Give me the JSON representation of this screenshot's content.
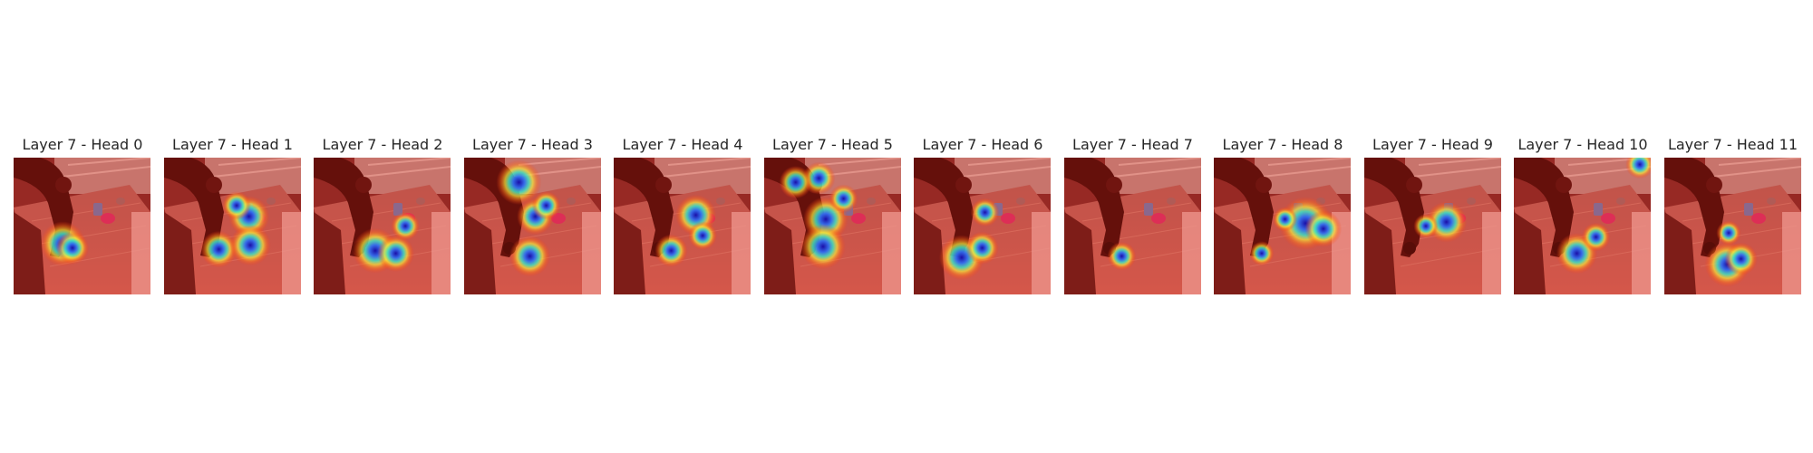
{
  "figure": {
    "panels": [
      {
        "title": "Layer 7 - Head 0",
        "hotspots": [
          [
            0.36,
            0.63,
            0.11
          ],
          [
            0.43,
            0.66,
            0.08
          ]
        ]
      },
      {
        "title": "Layer 7 - Head 1",
        "hotspots": [
          [
            0.62,
            0.43,
            0.1
          ],
          [
            0.4,
            0.67,
            0.09
          ],
          [
            0.63,
            0.64,
            0.1
          ],
          [
            0.53,
            0.35,
            0.07
          ]
        ]
      },
      {
        "title": "Layer 7 - Head 2",
        "hotspots": [
          [
            0.45,
            0.68,
            0.11
          ],
          [
            0.6,
            0.7,
            0.09
          ],
          [
            0.67,
            0.5,
            0.07
          ]
        ]
      },
      {
        "title": "Layer 7 - Head 3",
        "hotspots": [
          [
            0.48,
            0.72,
            0.1
          ],
          [
            0.4,
            0.18,
            0.11
          ],
          [
            0.52,
            0.43,
            0.09
          ],
          [
            0.6,
            0.35,
            0.07
          ]
        ]
      },
      {
        "title": "Layer 7 - Head 4",
        "hotspots": [
          [
            0.6,
            0.42,
            0.1
          ],
          [
            0.42,
            0.68,
            0.08
          ],
          [
            0.65,
            0.57,
            0.07
          ]
        ]
      },
      {
        "title": "Layer 7 - Head 5",
        "hotspots": [
          [
            0.4,
            0.15,
            0.08
          ],
          [
            0.45,
            0.45,
            0.11
          ],
          [
            0.43,
            0.65,
            0.11
          ],
          [
            0.23,
            0.18,
            0.08
          ],
          [
            0.58,
            0.3,
            0.07
          ]
        ]
      },
      {
        "title": "Layer 7 - Head 6",
        "hotspots": [
          [
            0.35,
            0.73,
            0.11
          ],
          [
            0.5,
            0.66,
            0.08
          ],
          [
            0.52,
            0.4,
            0.07
          ]
        ]
      },
      {
        "title": "Layer 7 - Head 7",
        "hotspots": [
          [
            0.42,
            0.72,
            0.07
          ]
        ]
      },
      {
        "title": "Layer 7 - Head 8",
        "hotspots": [
          [
            0.67,
            0.48,
            0.13
          ],
          [
            0.8,
            0.52,
            0.09
          ],
          [
            0.35,
            0.7,
            0.06
          ],
          [
            0.52,
            0.45,
            0.06
          ]
        ]
      },
      {
        "title": "Layer 7 - Head 9",
        "hotspots": [
          [
            0.6,
            0.47,
            0.1
          ],
          [
            0.45,
            0.5,
            0.06
          ]
        ]
      },
      {
        "title": "Layer 7 - Head 10",
        "hotspots": [
          [
            0.46,
            0.7,
            0.1
          ],
          [
            0.6,
            0.58,
            0.07
          ],
          [
            0.92,
            0.05,
            0.07
          ]
        ]
      },
      {
        "title": "Layer 7 - Head 11",
        "hotspots": [
          [
            0.46,
            0.78,
            0.11
          ],
          [
            0.56,
            0.74,
            0.08
          ],
          [
            0.47,
            0.55,
            0.06
          ]
        ]
      }
    ]
  }
}
